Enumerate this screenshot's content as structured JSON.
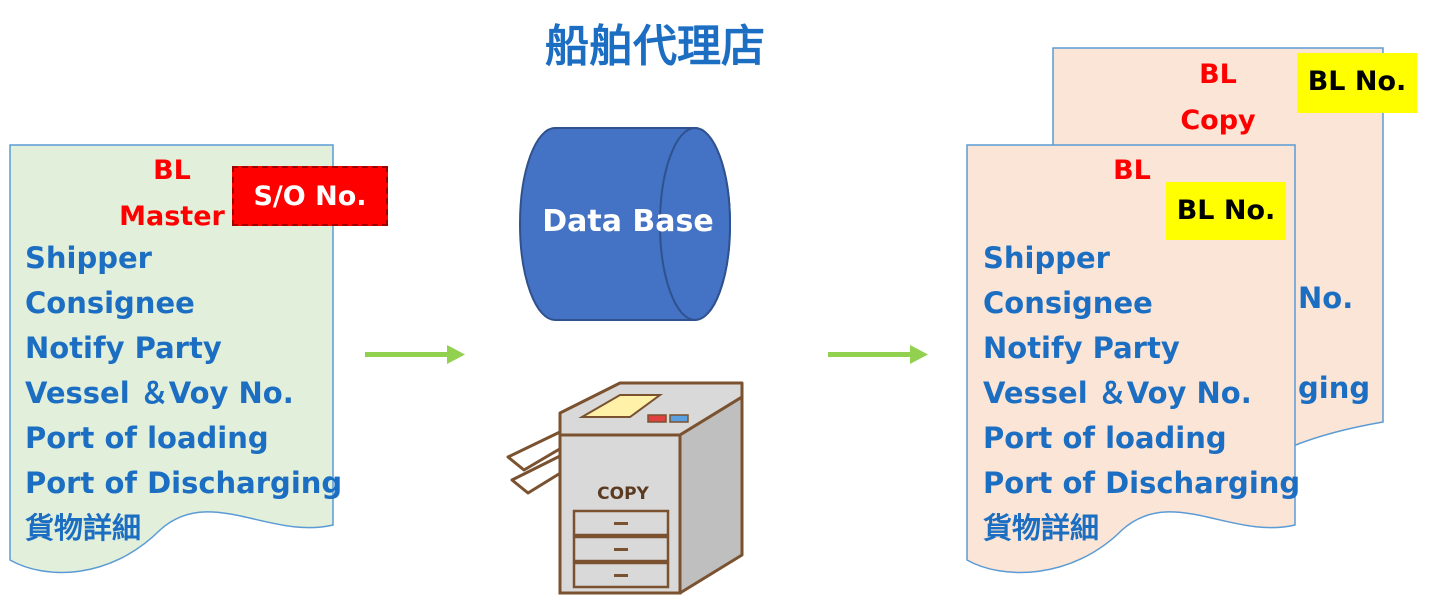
{
  "title": "船舶代理店",
  "master_doc": {
    "heading_line1": "BL",
    "heading_line2": "Master",
    "tag": "S/O No.",
    "fields": [
      "Shipper",
      "Consignee",
      "Notify Party",
      "Vessel ＆Voy No.",
      "Port of loading",
      "Port of Discharging",
      "貨物詳細"
    ],
    "colors": {
      "fill": "#e2efda",
      "stroke": "#5b9bd5"
    }
  },
  "database": {
    "label": "Data Base",
    "fill": "#4472c4",
    "stroke": "#2f528f"
  },
  "copier": {
    "label": "COPY"
  },
  "copy_doc": {
    "heading_line1": "BL",
    "heading_line2": "Copy",
    "tag": "BL No.",
    "visible_fragments": [
      "No.",
      "ging"
    ],
    "colors": {
      "fill": "#fbe5d6",
      "stroke": "#5b9bd5"
    }
  },
  "bl_doc": {
    "heading": "BL",
    "tag": "BL No.",
    "fields": [
      "Shipper",
      "Consignee",
      "Notify Party",
      "Vessel ＆Voy No.",
      "Port of loading",
      "Port of Discharging",
      "貨物詳細"
    ],
    "colors": {
      "fill": "#fbe5d6",
      "stroke": "#5b9bd5"
    }
  },
  "arrow_color": "#92d050"
}
